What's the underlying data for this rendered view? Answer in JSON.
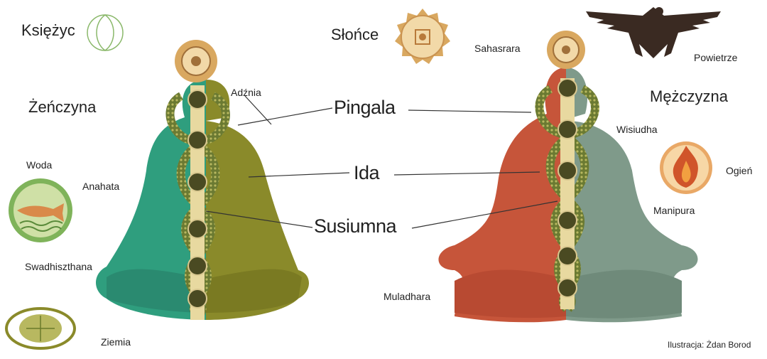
{
  "labels": {
    "moon": "Księżyc",
    "sun": "Słońce",
    "female": "Żeńczyna",
    "male": "Mężczyzna",
    "sahasrara": "Sahasrara",
    "air": "Powietrze",
    "ajna": "Adźnia",
    "pingala": "Pingala",
    "vishuddha": "Wisiudha",
    "water": "Woda",
    "anahata": "Anahata",
    "ida": "Ida",
    "fire": "Ogień",
    "manipura": "Manipura",
    "sushumna": "Susiumna",
    "svadhisthana": "Swadhiszthana",
    "muladhara": "Muladhara",
    "earth": "Ziemia",
    "credit": "Ilustracja: Żdan Borod"
  },
  "icons": [
    "moon-symbol",
    "sun-symbol",
    "eagle-icon",
    "fish-icon",
    "flame-icon",
    "globe-icon",
    "lotus-icon"
  ],
  "colors": {
    "female_body": "#2f9e7e",
    "female_shadow": "#8a8a2a",
    "male_body": "#c6553a",
    "male_shadow": "#7f9a8a",
    "serpent": "#5b6b2a",
    "sun": "#d9a860",
    "fire_disc": "#d98a4a",
    "water_disc": "#7fb35a",
    "eagle": "#3a2a22"
  }
}
